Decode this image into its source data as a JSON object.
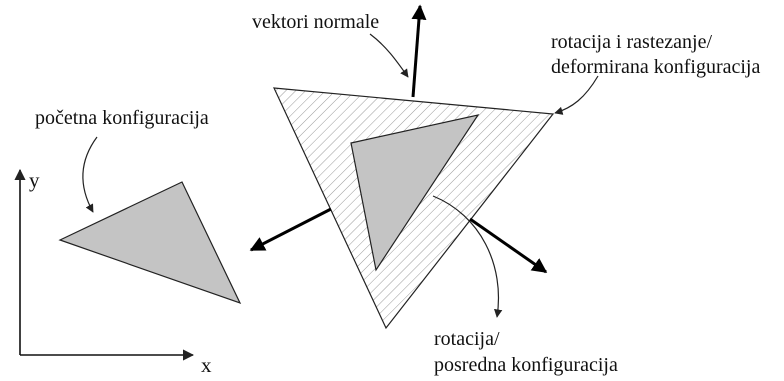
{
  "labels": {
    "normals": "vektori normale",
    "deformed_line1": "rotacija i rastezanje/",
    "deformed_line2": "deformirana konfiguracija",
    "initial": "početna konfiguracija",
    "intermediate_line1": "rotacija/",
    "intermediate_line2": "posredna konfiguracija"
  },
  "axes": {
    "x": "x",
    "y": "y"
  },
  "colors": {
    "triangle_fill": "#c4c4c4",
    "hatch": "#9a9a9a",
    "stroke": "#222222",
    "arrow": "#000000"
  }
}
